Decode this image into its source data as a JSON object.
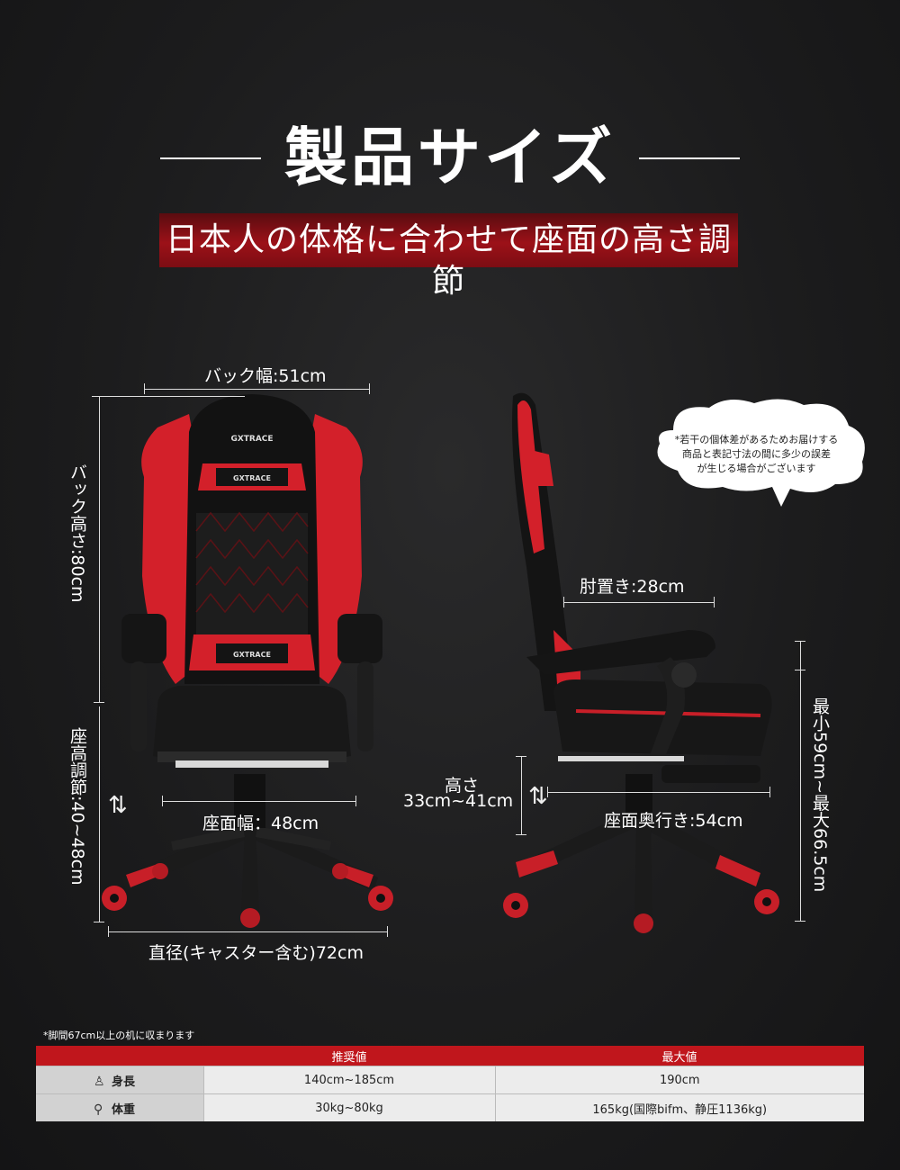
{
  "header": {
    "title": "製品サイズ",
    "subtitle": "日本人の体格に合わせて座面の高さ調節"
  },
  "front_view": {
    "back_width": "バック幅:51cm",
    "back_height": "バック高さ:80cm",
    "seat_height_adjust": "座高調節:40~48cm",
    "seat_width": "座面幅：48cm",
    "diameter": "直径(キャスター含む)72cm",
    "logo_text": "GXTRACE"
  },
  "side_view": {
    "armrest": "肘置き:28cm",
    "height_label": "高さ",
    "height_value": "33cm~41cm",
    "seat_depth": "座面奥行き:54cm",
    "total_height": "最小59cm~最大66.5cm",
    "disclaimer_lines": [
      "*若干の個体差があるためお届けする",
      "商品と表記寸法の間に多少の誤差",
      "が生じる場合がございます"
    ]
  },
  "footnote": "*脚間67cm以上の机に収まります",
  "spec_table": {
    "headers": [
      "推奨値",
      "最大値"
    ],
    "rows": [
      {
        "icon": "person-height-icon",
        "label": "身長",
        "recommended": "140cm~185cm",
        "max": "190cm"
      },
      {
        "icon": "person-weight-icon",
        "label": "体重",
        "recommended": "30kg~80kg",
        "max": "165kg(国際bifm、静圧1136kg)"
      }
    ]
  },
  "colors": {
    "accent": "#c0161c",
    "chair_red": "#d3202a",
    "chair_black": "#151515"
  }
}
